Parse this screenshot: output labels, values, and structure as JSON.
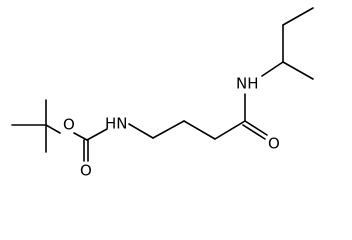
{
  "molecule": {
    "atoms": {
      "oxygen_ester": "O",
      "nitrogen_carbamate": "HN",
      "oxygen_carbonyl_carbamate": "O",
      "nitrogen_amide": "NH",
      "oxygen_carbonyl_amide": "O"
    }
  }
}
